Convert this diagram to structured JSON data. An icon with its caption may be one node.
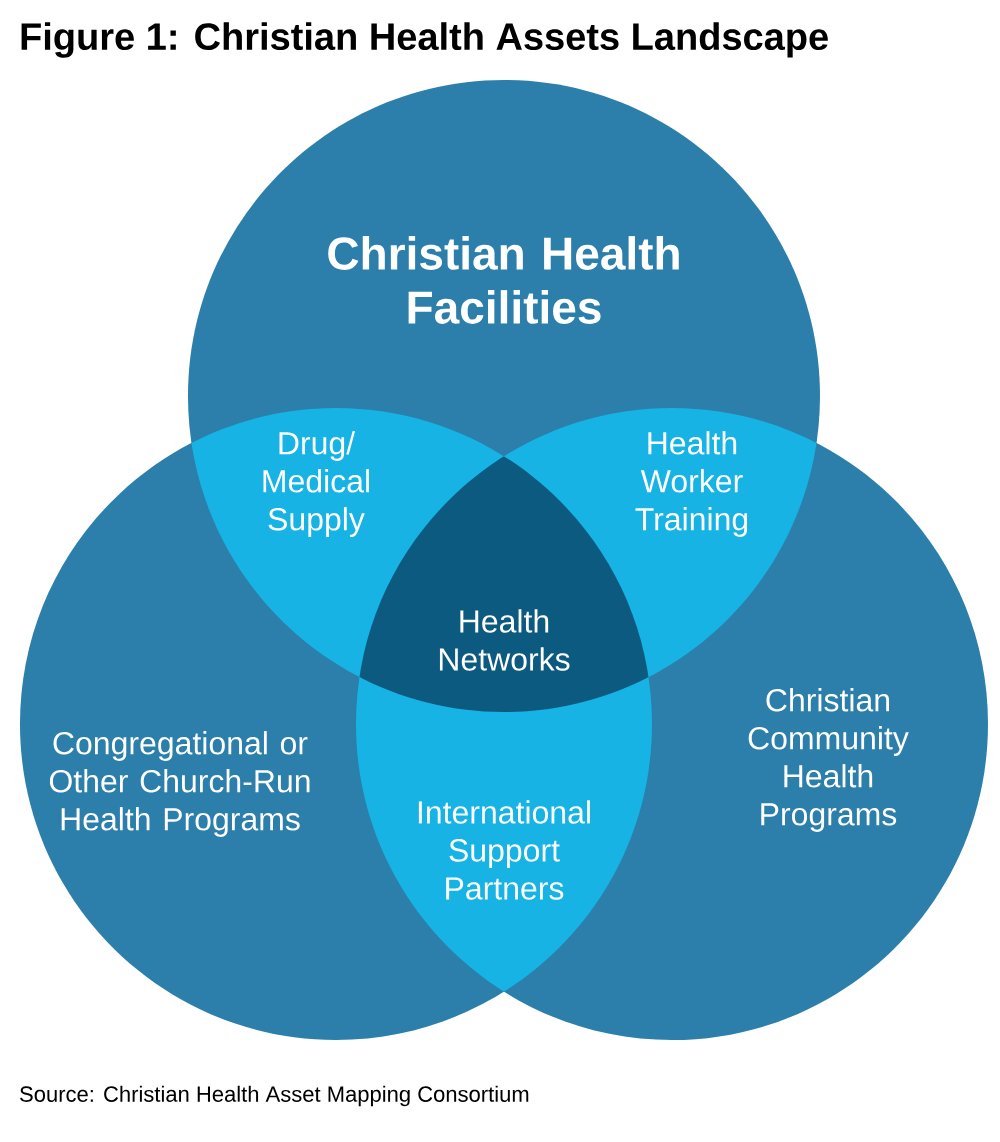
{
  "diagram": {
    "title": "Figure 1: Christian Health Assets Landscape",
    "caption": "Source: Christian Health Asset Mapping Consortium",
    "nodes": [
      {
        "text": [
          "Christian Health Facilities"
        ]
      },
      {
        "text": [
          "Congregational or Other Church-Run Health Programs"
        ]
      },
      {
        "text": [
          "Christian Community Health Programs"
        ]
      },
      {
        "text": [
          "Drug/ Medical Supply"
        ]
      },
      {
        "text": [
          "Health Worker Training"
        ]
      },
      {
        "text": [
          "International Support Partners"
        ]
      },
      {
        "text": [
          "Health Networks"
        ]
      }
    ]
  }
}
